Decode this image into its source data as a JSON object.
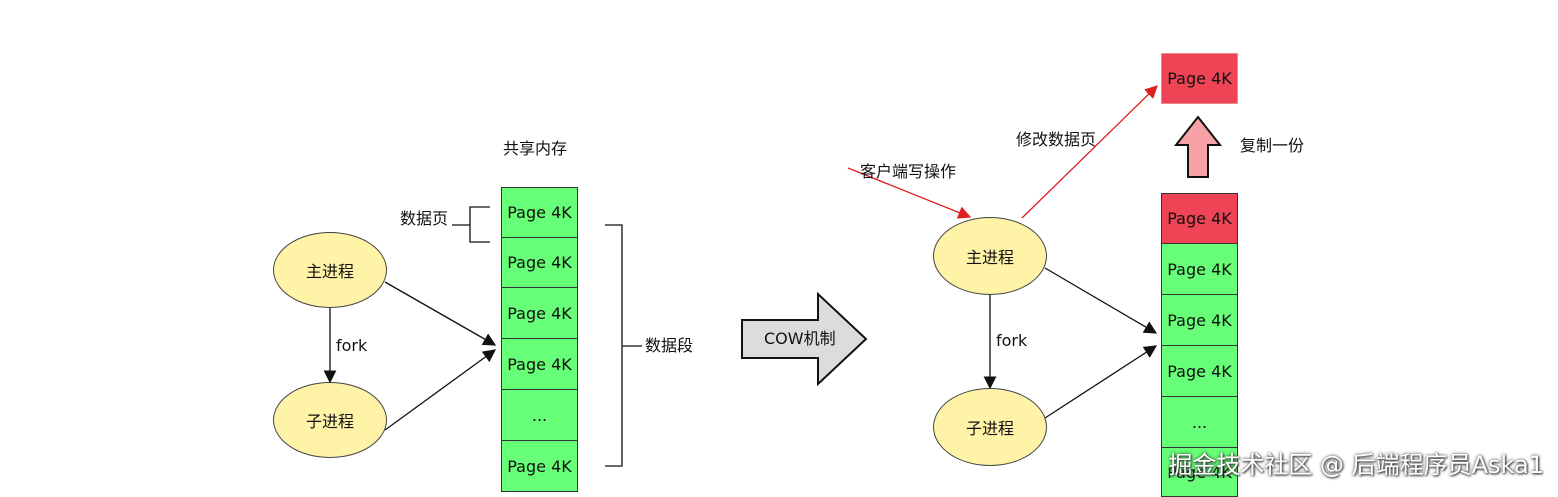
{
  "left": {
    "shared_memory_label": "共享内存",
    "data_page_label": "数据页",
    "data_segment_label": "数据段",
    "main_process": "主进程",
    "child_process": "子进程",
    "fork_label": "fork",
    "pages": [
      "Page 4K",
      "Page 4K",
      "Page 4K",
      "Page 4K",
      "...",
      "Page 4K"
    ]
  },
  "center": {
    "cow_label": "COW机制"
  },
  "right": {
    "client_write_label": "客户端写操作",
    "modify_page_label": "修改数据页",
    "copy_label": "复制一份",
    "main_process": "主进程",
    "child_process": "子进程",
    "fork_label": "fork",
    "copied_page": "Page 4K",
    "pages": [
      "Page 4K",
      "Page 4K",
      "Page 4K",
      "Page 4K",
      "...",
      "Page 4K"
    ]
  },
  "watermark": "掘金技术社区 @ 后端程序员Aska1",
  "colors": {
    "page_green": "#66ff77",
    "page_modified_red": "#ee4455",
    "process_fill": "#fff3a8",
    "write_arrow_red": "#e02020"
  }
}
